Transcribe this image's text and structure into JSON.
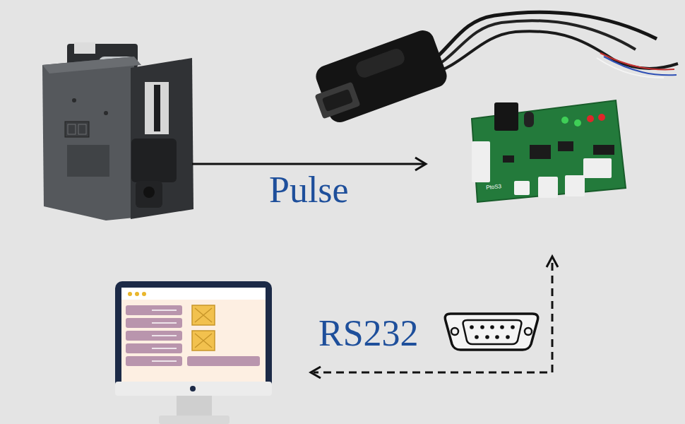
{
  "diagram": {
    "labels": [
      "PtoS3",
      "Pulse",
      "RS232"
    ]
  }
}
